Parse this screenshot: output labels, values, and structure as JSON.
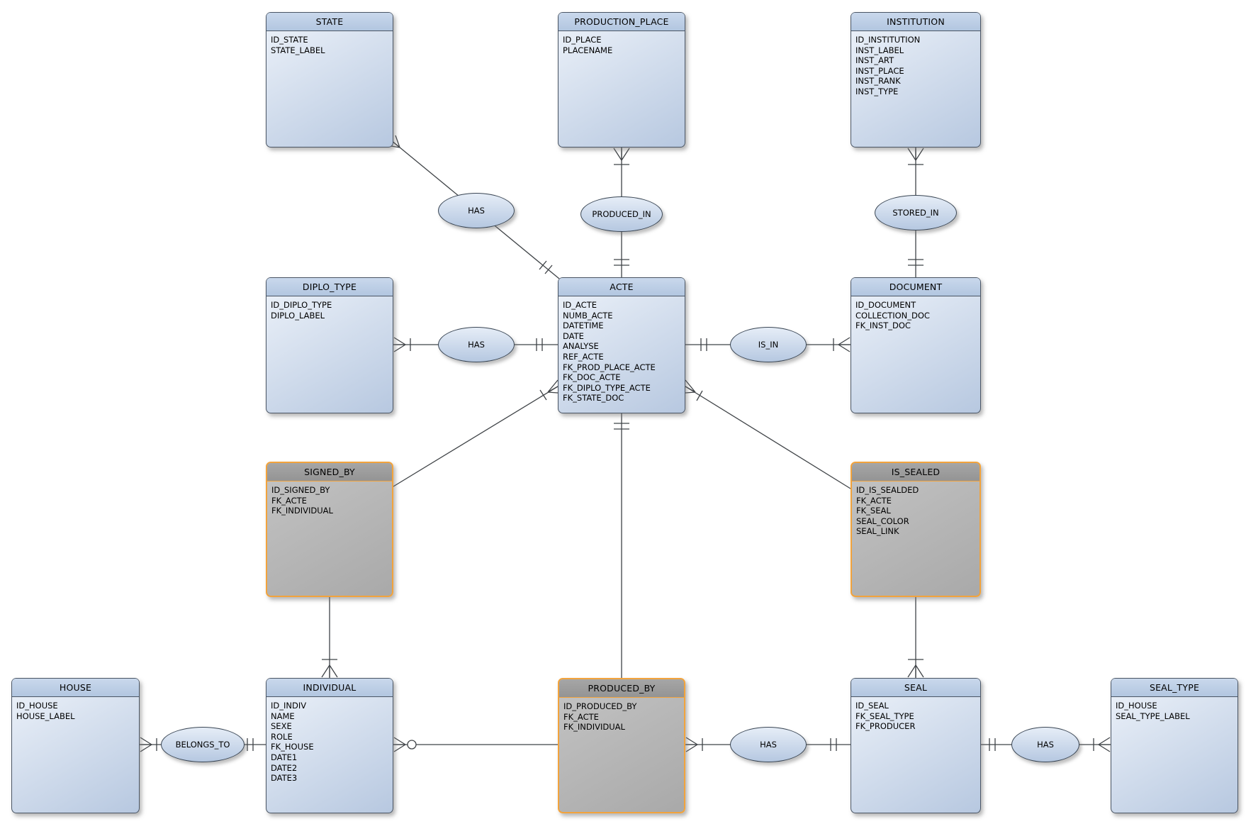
{
  "colors": {
    "entity_border": "#4a5564",
    "entity_header_top": "#c9d8ec",
    "entity_header_bottom": "#b2c6e0",
    "entity_body_light": "#eef3fa",
    "entity_body_dark": "#b7c8e0",
    "assoc_border": "#f2a33c",
    "assoc_header_top": "#a6a6a6",
    "assoc_header_bottom": "#949494",
    "assoc_body_light": "#c4c4c4",
    "assoc_body_dark": "#a9a9a9",
    "line_color": "#3f4347"
  },
  "entities": [
    {
      "title": "STATE",
      "kind": "entity",
      "attributes": [
        "ID_STATE",
        "STATE_LABEL"
      ]
    },
    {
      "title": "PRODUCTION_PLACE",
      "kind": "entity",
      "attributes": [
        "ID_PLACE",
        "PLACENAME"
      ]
    },
    {
      "title": "INSTITUTION",
      "kind": "entity",
      "attributes": [
        "ID_INSTITUTION",
        "INST_LABEL",
        "INST_ART",
        "INST_PLACE",
        "INST_RANK",
        "INST_TYPE"
      ]
    },
    {
      "title": "DIPLO_TYPE",
      "kind": "entity",
      "attributes": [
        "ID_DIPLO_TYPE",
        "DIPLO_LABEL"
      ]
    },
    {
      "title": "ACTE",
      "kind": "entity",
      "attributes": [
        "ID_ACTE",
        "NUMB_ACTE",
        "DATETIME",
        "DATE",
        "ANALYSE",
        "REF_ACTE",
        "FK_PROD_PLACE_ACTE",
        "FK_DOC_ACTE",
        "FK_DIPLO_TYPE_ACTE",
        "FK_STATE_DOC"
      ]
    },
    {
      "title": "DOCUMENT",
      "kind": "entity",
      "attributes": [
        "ID_DOCUMENT",
        "COLLECTION_DOC",
        "FK_INST_DOC"
      ]
    },
    {
      "title": "SIGNED_BY",
      "kind": "association",
      "attributes": [
        "ID_SIGNED_BY",
        "FK_ACTE",
        "FK_INDIVIDUAL"
      ]
    },
    {
      "title": "IS_SEALED",
      "kind": "association",
      "attributes": [
        "ID_IS_SEALDED",
        "FK_ACTE",
        "FK_SEAL",
        "SEAL_COLOR",
        "SEAL_LINK"
      ]
    },
    {
      "title": "HOUSE",
      "kind": "entity",
      "attributes": [
        "ID_HOUSE",
        "HOUSE_LABEL"
      ]
    },
    {
      "title": "INDIVIDUAL",
      "kind": "entity",
      "attributes": [
        "ID_INDIV",
        "NAME",
        "SEXE",
        "ROLE",
        "FK_HOUSE",
        "DATE1",
        "DATE2",
        "DATE3"
      ]
    },
    {
      "title": "PRODUCED_BY",
      "kind": "association",
      "attributes": [
        "ID_PRODUCED_BY",
        "FK_ACTE",
        "FK_INDIVIDUAL"
      ]
    },
    {
      "title": "SEAL",
      "kind": "entity",
      "attributes": [
        "ID_SEAL",
        "FK_SEAL_TYPE",
        "FK_PRODUCER"
      ]
    },
    {
      "title": "SEAL_TYPE",
      "kind": "entity",
      "attributes": [
        "ID_HOUSE",
        "SEAL_TYPE_LABEL"
      ]
    }
  ],
  "relationships": [
    {
      "label": "HAS",
      "between": [
        "STATE",
        "ACTE"
      ]
    },
    {
      "label": "PRODUCED_IN",
      "between": [
        "PRODUCTION_PLACE",
        "ACTE"
      ]
    },
    {
      "label": "STORED_IN",
      "between": [
        "INSTITUTION",
        "DOCUMENT"
      ]
    },
    {
      "label": "HAS",
      "between": [
        "DIPLO_TYPE",
        "ACTE"
      ]
    },
    {
      "label": "IS_IN",
      "between": [
        "ACTE",
        "DOCUMENT"
      ]
    },
    {
      "label": "BELONGS_TO",
      "between": [
        "HOUSE",
        "INDIVIDUAL"
      ]
    },
    {
      "label": "HAS",
      "between": [
        "PRODUCED_BY",
        "SEAL"
      ]
    },
    {
      "label": "HAS",
      "between": [
        "SEAL",
        "SEAL_TYPE"
      ]
    }
  ]
}
